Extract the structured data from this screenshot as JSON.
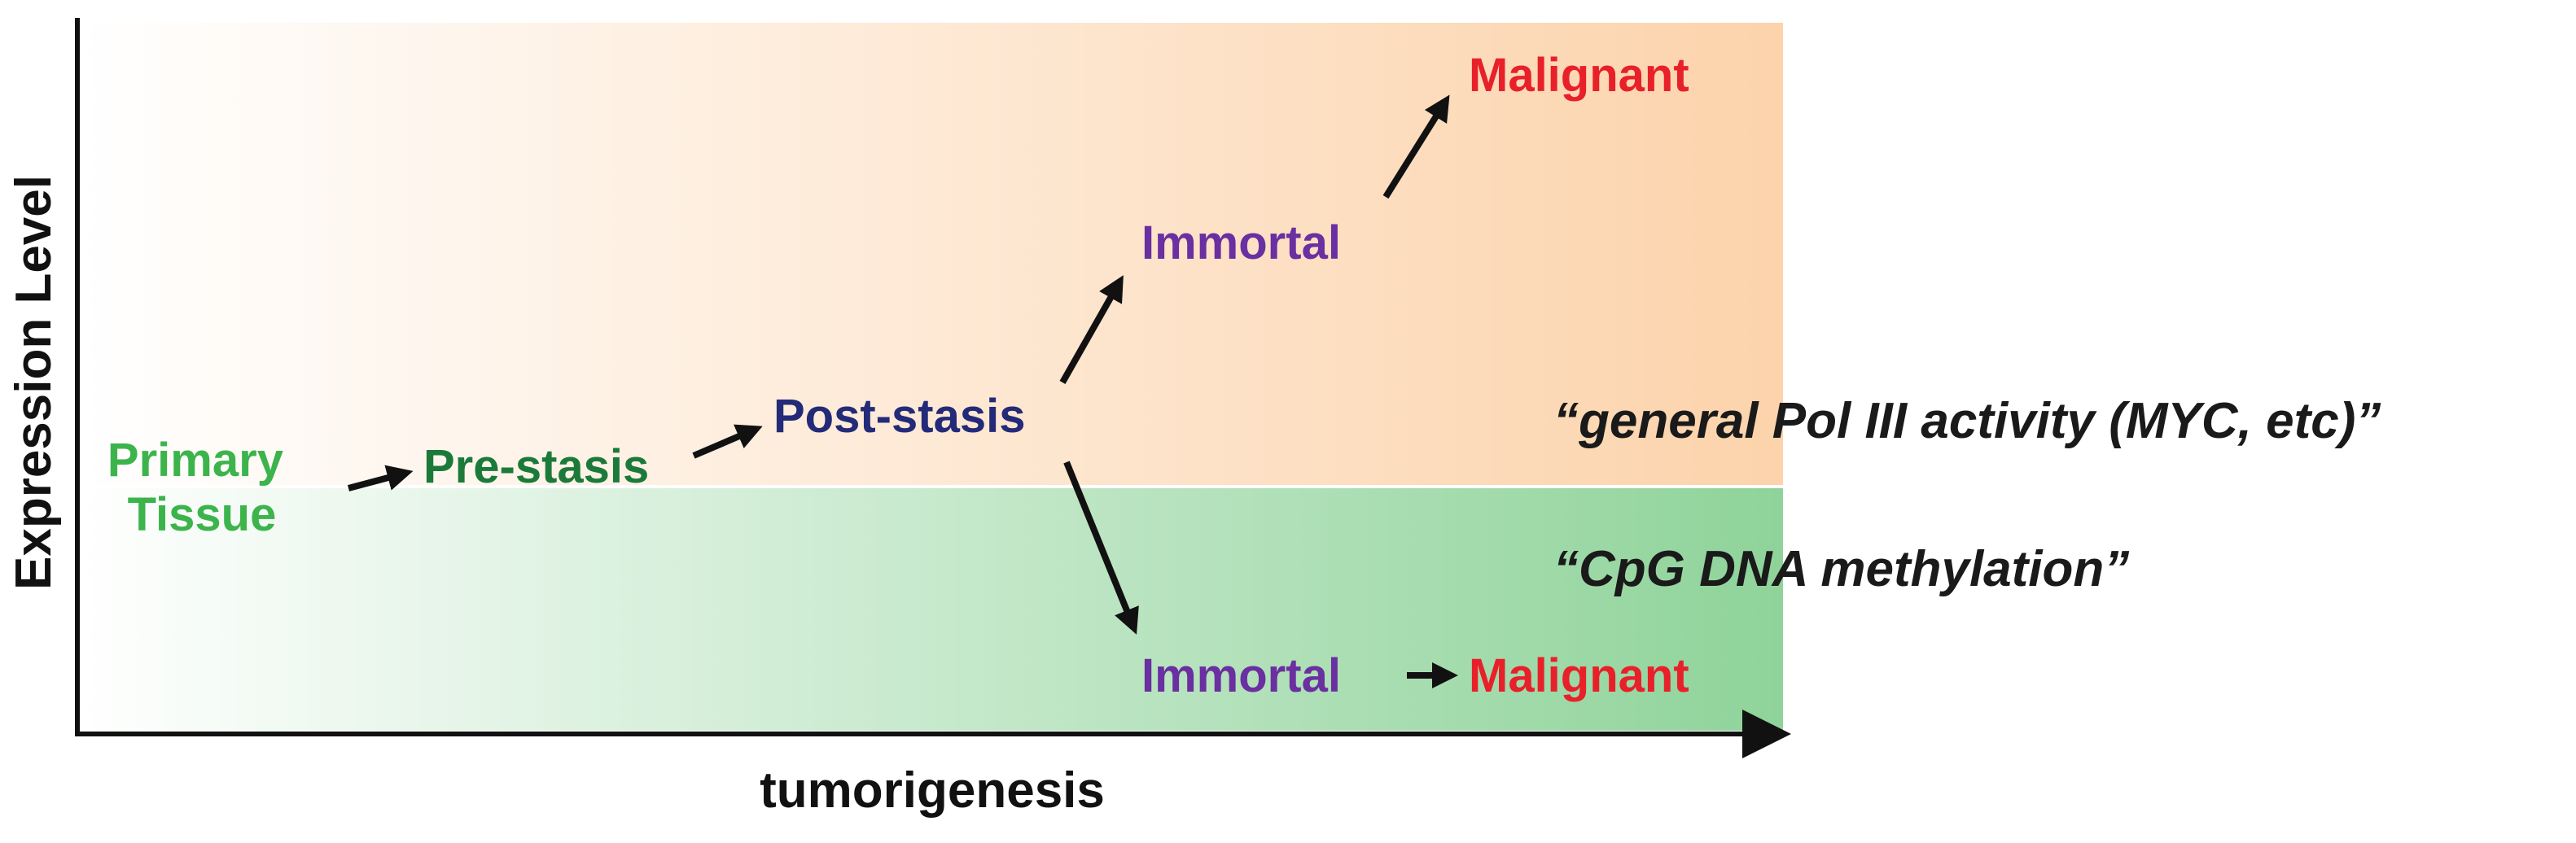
{
  "axes": {
    "x_label": "tumorigenesis",
    "y_label": "Expression Level"
  },
  "regions": {
    "upper": {
      "color": "#fcd3ab"
    },
    "lower": {
      "color": "#8fd39a"
    }
  },
  "stages": {
    "primary_tissue": {
      "lines": [
        "Primary",
        "Tissue"
      ],
      "color": "#3cb44b"
    },
    "pre_stasis": {
      "text": "Pre-stasis",
      "color": "#1b7a3a"
    },
    "post_stasis": {
      "text": "Post-stasis",
      "color": "#232a78"
    },
    "immortal_upper": {
      "text": "Immortal",
      "color": "#6a2fa0"
    },
    "malignant_upper": {
      "text": "Malignant",
      "color": "#e8202a"
    },
    "immortal_lower": {
      "text": "Immortal",
      "color": "#6a2fa0"
    },
    "malignant_lower": {
      "text": "Malignant",
      "color": "#e8202a"
    }
  },
  "annotations": {
    "upper": "“general Pol III activity (MYC, etc)”",
    "lower": "“CpG DNA methylation”"
  }
}
